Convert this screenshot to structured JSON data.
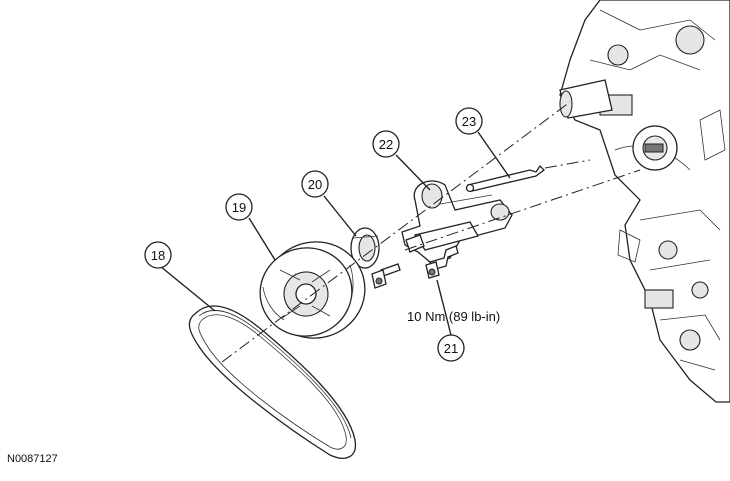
{
  "callouts": [
    {
      "id": "18",
      "label": "18"
    },
    {
      "id": "19",
      "label": "19"
    },
    {
      "id": "20",
      "label": "20"
    },
    {
      "id": "21",
      "label": "21"
    },
    {
      "id": "22",
      "label": "22"
    },
    {
      "id": "23",
      "label": "23"
    }
  ],
  "torque_spec": "10 Nm (89 lb-in)",
  "figure_id": "N0087127"
}
